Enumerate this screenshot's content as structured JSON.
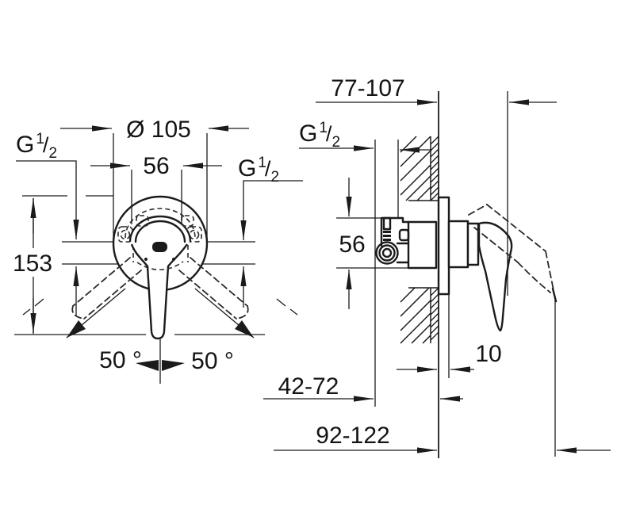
{
  "drawing": {
    "front_view": {
      "diameter": "Ø 105",
      "screw_spacing": "56",
      "height": "153",
      "swing_angle_left": "50 °",
      "swing_angle_right": "50 °"
    },
    "side_view": {
      "depth_max": "77-107",
      "connection_height": "56",
      "plate_thickness": "10",
      "depth_min": "42-72",
      "depth_total": "92-122"
    },
    "thread_label": {
      "base": "G",
      "sup": "1",
      "slash": "/",
      "sub": "2"
    }
  }
}
